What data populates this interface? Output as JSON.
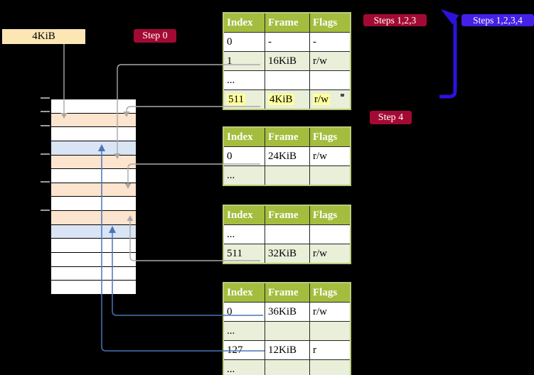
{
  "colors": {
    "background": "#000000",
    "table_header_bg": "#a4bd3e",
    "table_border": "#b9cc7c",
    "row_shade": "#e9efd9",
    "highlight": "#ffff9c",
    "label_red_bg": "#a30a33",
    "label_blue_bg": "#4520e6",
    "label_text": "#ffffff",
    "page_box_bg": "#fbe6b4",
    "stripe_orange": "#fce4ce",
    "stripe_blue": "#d9e4f5",
    "stripe_white": "#ffffff",
    "connector_gray": "#a9a9a9",
    "connector_blue": "#4a74b8",
    "big_arrow_blue": "#2c13dc",
    "tick_gray": "#9c9c9c",
    "side_dash": "#4c4c4c"
  },
  "labels": {
    "page_size": "4KiB",
    "step0": "Step 0",
    "steps123": "Steps 1,2,3",
    "steps1234": "Steps 1,2,3,4",
    "step4": "Step 4"
  },
  "memory_strip": {
    "rows": [
      {
        "color": "#ffffff"
      },
      {
        "color": "#fce4ce"
      },
      {
        "color": "#ffffff"
      },
      {
        "color": "#d9e4f5"
      },
      {
        "color": "#fce4ce"
      },
      {
        "color": "#ffffff"
      },
      {
        "color": "#fce4ce"
      },
      {
        "color": "#ffffff"
      },
      {
        "color": "#fce4ce"
      },
      {
        "color": "#d9e4f5"
      },
      {
        "color": "#ffffff"
      },
      {
        "color": "#ffffff"
      },
      {
        "color": "#ffffff"
      },
      {
        "color": "#ffffff"
      }
    ]
  },
  "page_tables": [
    {
      "headers": [
        "Index",
        "Frame",
        "Flags"
      ],
      "rows": [
        {
          "cells": [
            "0",
            "-",
            "-"
          ],
          "shaded": false,
          "highlighted": false
        },
        {
          "cells": [
            "1",
            "16KiB",
            "r/w"
          ],
          "shaded": true,
          "highlighted": false
        },
        {
          "cells": [
            "...",
            "",
            ""
          ],
          "shaded": false,
          "highlighted": false
        },
        {
          "cells": [
            "511",
            "4KiB",
            "r/w"
          ],
          "shaded": true,
          "highlighted": true
        }
      ]
    },
    {
      "headers": [
        "Index",
        "Frame",
        "Flags"
      ],
      "rows": [
        {
          "cells": [
            "0",
            "24KiB",
            "r/w"
          ],
          "shaded": false,
          "highlighted": false
        },
        {
          "cells": [
            "...",
            "",
            ""
          ],
          "shaded": true,
          "highlighted": false
        }
      ]
    },
    {
      "headers": [
        "Index",
        "Frame",
        "Flags"
      ],
      "rows": [
        {
          "cells": [
            "...",
            "",
            ""
          ],
          "shaded": false,
          "highlighted": false
        },
        {
          "cells": [
            "511",
            "32KiB",
            "r/w"
          ],
          "shaded": true,
          "highlighted": false
        }
      ]
    },
    {
      "headers": [
        "Index",
        "Frame",
        "Flags"
      ],
      "rows": [
        {
          "cells": [
            "0",
            "36KiB",
            "r/w"
          ],
          "shaded": false,
          "highlighted": false
        },
        {
          "cells": [
            "...",
            "",
            ""
          ],
          "shaded": true,
          "highlighted": false
        },
        {
          "cells": [
            "127",
            "12KiB",
            "r"
          ],
          "shaded": false,
          "highlighted": false
        },
        {
          "cells": [
            "...",
            "",
            ""
          ],
          "shaded": true,
          "highlighted": false
        }
      ]
    }
  ]
}
